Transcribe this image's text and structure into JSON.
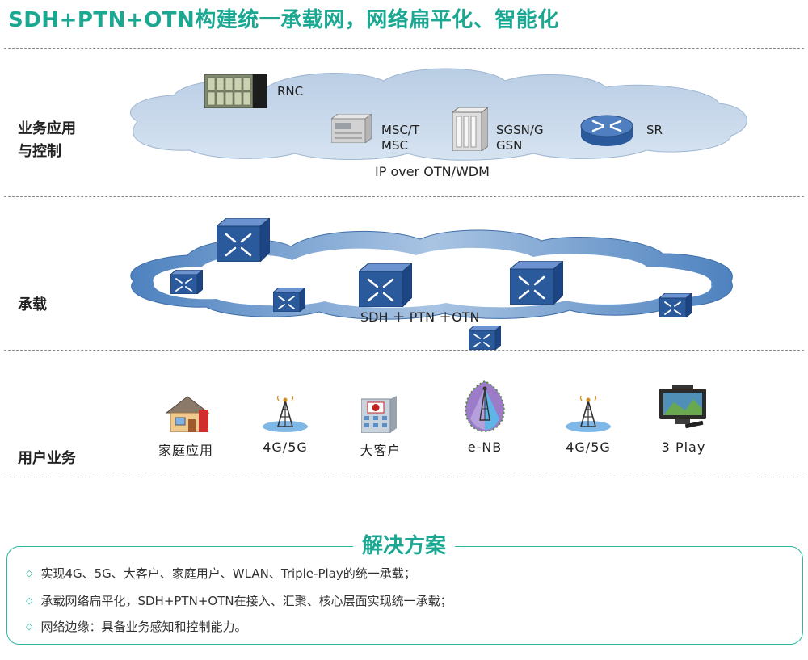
{
  "title": "SDH+PTN+OTN构建统一承载网，网络扁平化、智能化",
  "sections": {
    "service": {
      "line1": "业务应用",
      "line2": "与控制"
    },
    "bearer": "承载",
    "user": "用户业务"
  },
  "service_layer": {
    "rnc": "RNC",
    "msc_line1": "MSC/T",
    "msc_line2": "MSC",
    "sgsn_line1": "SGSN/G",
    "sgsn_line2": "GSN",
    "sr": "SR",
    "cloud_label": "IP over OTN/WDM"
  },
  "bearer_layer": {
    "cloud_label": "SDH ＋ PTN ＋OTN"
  },
  "user_layer": {
    "items": [
      {
        "label": "家庭应用",
        "icon": "house-icon"
      },
      {
        "label": "4G/5G",
        "icon": "cell-tower-icon"
      },
      {
        "label": "大客户",
        "icon": "office-building-icon"
      },
      {
        "label": "e-NB",
        "icon": "enodeb-icon"
      },
      {
        "label": "4G/5G",
        "icon": "cell-tower-icon"
      },
      {
        "label": "3 Play",
        "icon": "tv-icon"
      }
    ]
  },
  "solution": {
    "title": "解决方案",
    "items": [
      "实现4G、5G、大客户、家庭用户、WLAN、Triple-Play的统一承载；",
      "承载网络扁平化，SDH+PTN+OTN在接入、汇聚、核心层面实现统一承载；",
      "网络边缘：具备业务感知和控制能力。"
    ],
    "bullet": "◇"
  },
  "colors": {
    "accent": "#1aa892",
    "cloud": "#c6d8ea",
    "switch_blue": "#2a5a9c",
    "box_border": "#2cb7a0"
  }
}
